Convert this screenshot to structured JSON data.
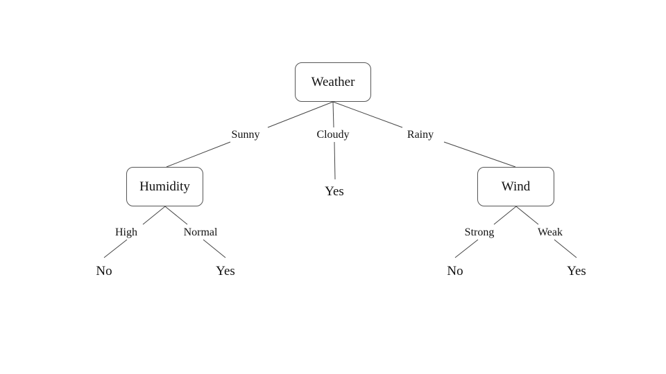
{
  "tree": {
    "root": {
      "label": "Weather",
      "branches": {
        "sunny": "Sunny",
        "cloudy": "Cloudy",
        "rainy": "Rainy"
      }
    },
    "humidity": {
      "label": "Humidity",
      "branches": {
        "high": "High",
        "normal": "Normal"
      },
      "leaves": {
        "high": "No",
        "normal": "Yes"
      }
    },
    "cloudy_leaf": "Yes",
    "wind": {
      "label": "Wind",
      "branches": {
        "strong": "Strong",
        "weak": "Weak"
      },
      "leaves": {
        "strong": "No",
        "weak": "Yes"
      }
    }
  }
}
